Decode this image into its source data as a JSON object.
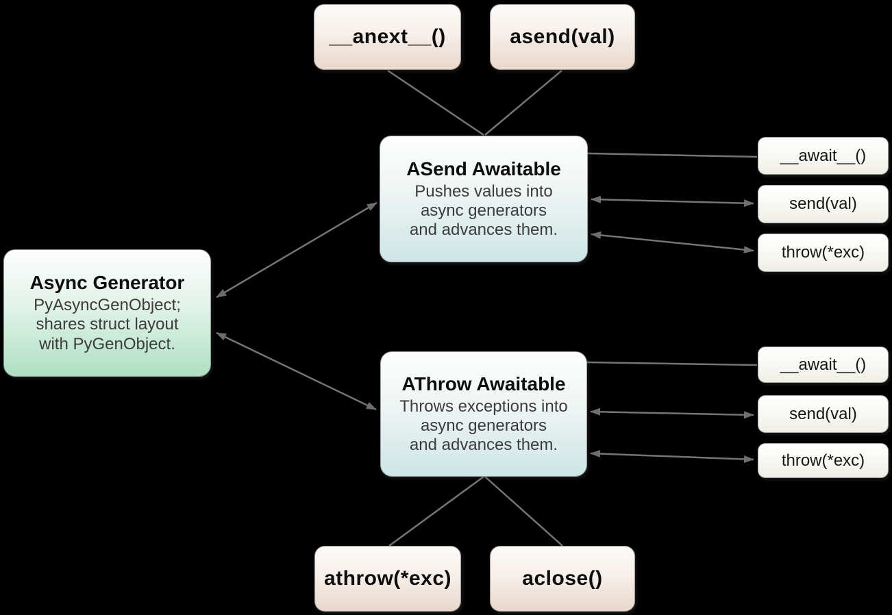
{
  "canvas": {
    "background": "#000000"
  },
  "palette": {
    "method_box_top": "#fdfaf7",
    "method_box_bottom": "#e9d8cb",
    "awaitable_box_top": "#fdfefe",
    "awaitable_box_bottom": "#cde5e6",
    "generator_box_top": "#fdfefd",
    "generator_box_bottom": "#aee0c2",
    "protocol_box_top": "#ffffff",
    "protocol_box_bottom": "#efeee5",
    "edge_color": "#757575",
    "title_text": "#0d0d0d",
    "body_text": "#3c3c3c"
  },
  "nodes": {
    "anext": {
      "label": "__anext__()"
    },
    "asend": {
      "label": "asend(val)"
    },
    "asend_awaitable": {
      "title": "ASend Awaitable",
      "body": "Pushes values into\nasync generators\nand advances them."
    },
    "async_generator": {
      "title": "Async Generator",
      "body": "PyAsyncGenObject;\nshares struct layout\nwith PyGenObject."
    },
    "athrow_awaitable": {
      "title": "AThrow Awaitable",
      "body": "Throws exceptions into\nasync generators\nand advances them."
    },
    "await_asend": {
      "label": "__await__()"
    },
    "send_asend": {
      "label": "send(val)"
    },
    "throw_asend": {
      "label": "throw(*exc)"
    },
    "await_athrow": {
      "label": "__await__()"
    },
    "send_athrow": {
      "label": "send(val)"
    },
    "throw_athrow": {
      "label": "throw(*exc)"
    },
    "athrow_exc": {
      "label": "athrow(*exc)"
    },
    "aclose": {
      "label": "aclose()"
    }
  }
}
